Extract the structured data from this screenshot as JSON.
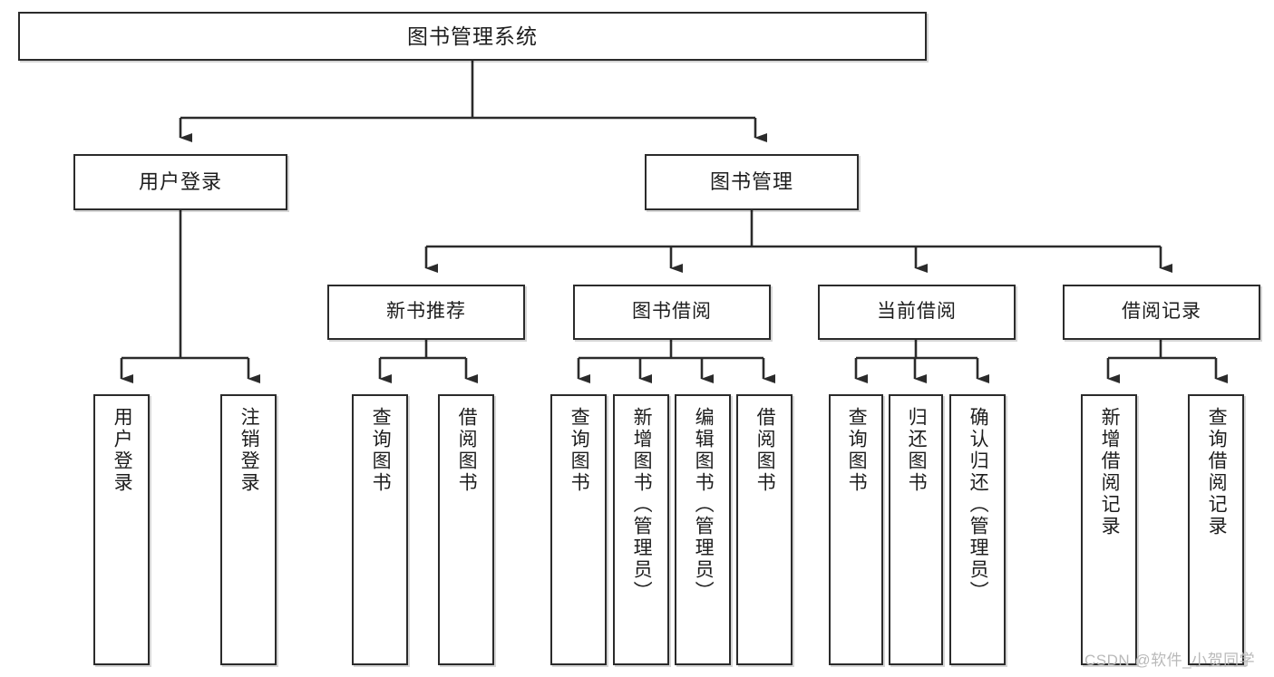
{
  "diagram": {
    "type": "tree",
    "title": "图书管理系统",
    "root": {
      "label": "图书管理系统"
    },
    "level2": [
      {
        "label": "用户登录"
      },
      {
        "label": "图书管理"
      }
    ],
    "level3": [
      {
        "label": "新书推荐"
      },
      {
        "label": "图书借阅"
      },
      {
        "label": "当前借阅"
      },
      {
        "label": "借阅记录"
      }
    ],
    "leaves": {
      "user_login": [
        {
          "label": "用户登录"
        },
        {
          "label": "注销登录"
        }
      ],
      "new_book_recommend": [
        {
          "label": "查询图书"
        },
        {
          "label": "借阅图书"
        }
      ],
      "book_borrow": [
        {
          "label": "查询图书"
        },
        {
          "label": "新增图书（管理员）"
        },
        {
          "label": "编辑图书（管理员）"
        },
        {
          "label": "借阅图书"
        }
      ],
      "current_borrow": [
        {
          "label": "查询图书"
        },
        {
          "label": "归还图书"
        },
        {
          "label": "确认归还（管理员）"
        }
      ],
      "borrow_record": [
        {
          "label": "新增借阅记录"
        },
        {
          "label": "查询借阅记录"
        }
      ]
    },
    "colors": {
      "box_border": "#2b2b2b",
      "box_fill": "#ffffff",
      "connector": "#2b2b2b",
      "text": "#1d1d1d",
      "watermark": "#b9b9b9"
    }
  },
  "watermark": {
    "text": "CSDN @软件_小贺同学"
  }
}
